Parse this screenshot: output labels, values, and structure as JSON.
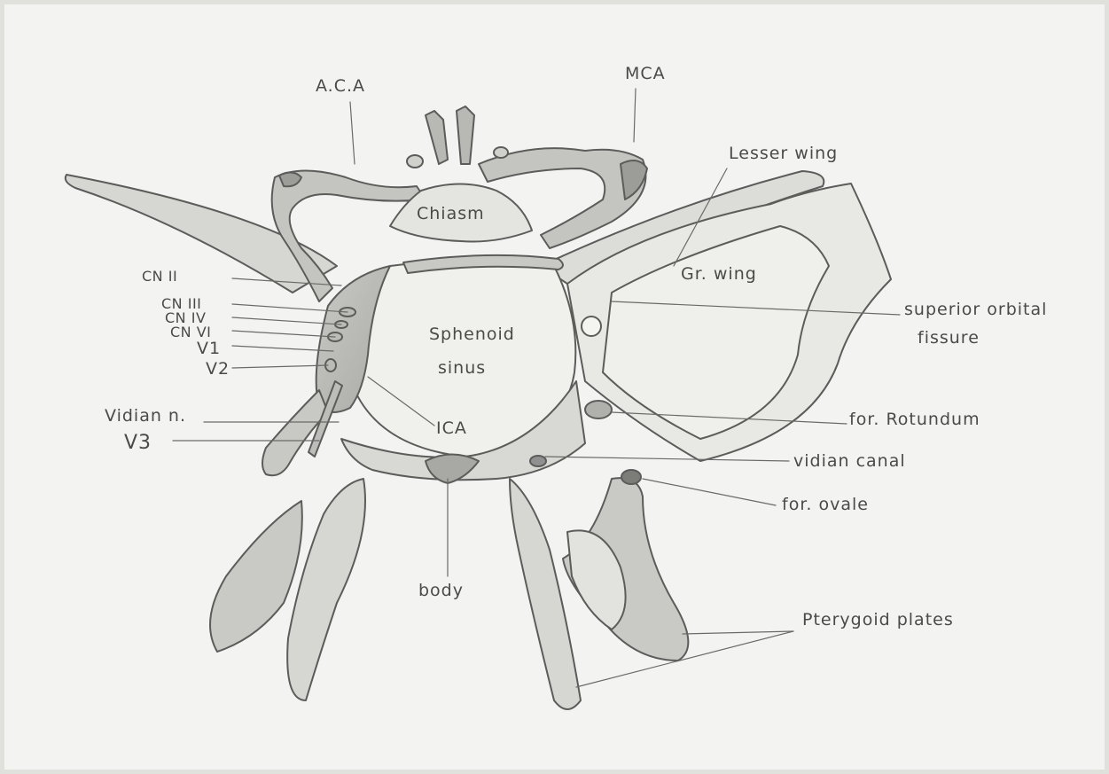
{
  "diagram": {
    "labels": {
      "aca": "A.C.A",
      "mca": "MCA",
      "lesser_wing": "Lesser wing",
      "chiasm": "Chiasm",
      "cn2": "CN II",
      "cn3": "CN III",
      "cn4": "CN IV",
      "cn6": "CN VI",
      "v1": "V1",
      "v2": "V2",
      "vidian_n": "Vidian n.",
      "v3": "V3",
      "sphenoid_sinus_line1": "Sphenoid",
      "sphenoid_sinus_line2": "sinus",
      "ica": "ICA",
      "gr_wing": "Gr. wing",
      "sup_orbital_line1": "superior orbital",
      "sup_orbital_line2": "fissure",
      "for_rotundum": "for. Rotundum",
      "vidian_canal": "vidian canal",
      "for_ovale": "for. ovale",
      "body": "body",
      "pterygoid_plates": "Pterygoid plates"
    },
    "colors": {
      "paper": "#f2f2f0",
      "pencil": "#5a5a58",
      "shading": "#b8b8b4"
    }
  }
}
